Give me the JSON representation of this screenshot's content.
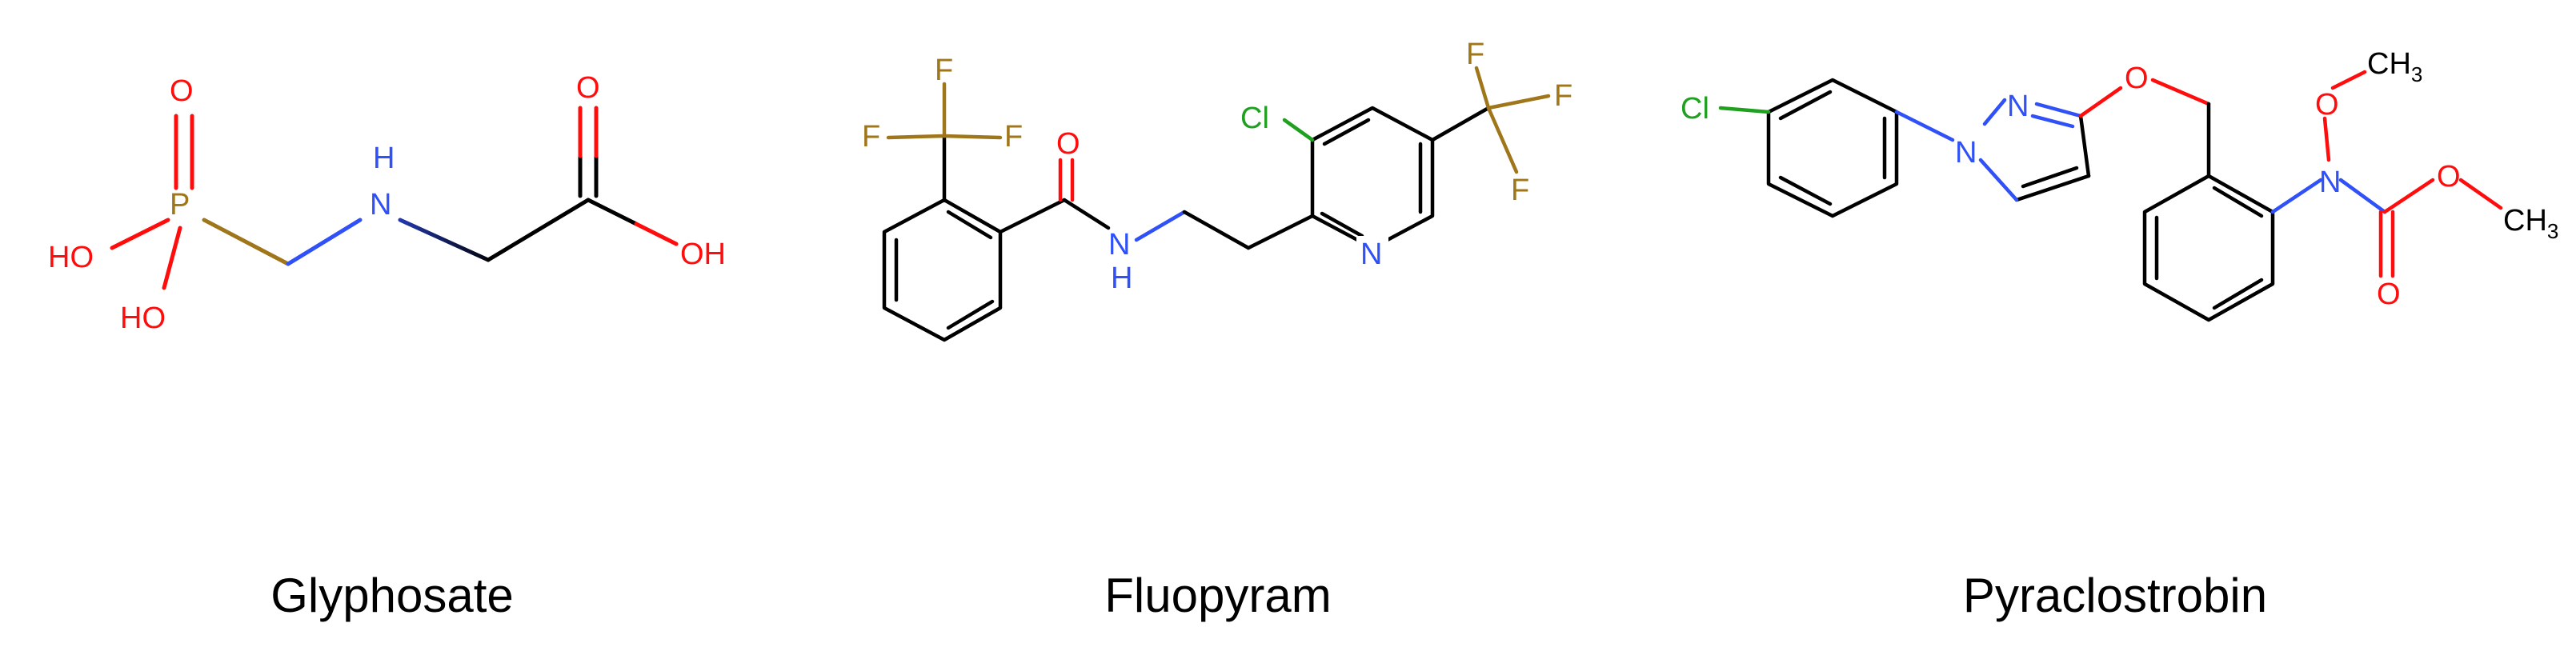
{
  "colors": {
    "carbon": "#000000",
    "oxygen": "#ff0d0d",
    "nitrogen": "#3050f8",
    "phosphorus": "#a0761a",
    "fluorine": "#a0761a",
    "chlorine": "#1fa01f",
    "background": "#ffffff"
  },
  "molecules": [
    {
      "name": "Glyphosate",
      "atoms": {
        "o_top": "O",
        "p": "P",
        "ho_1": "HO",
        "ho_2": "HO",
        "h": "H",
        "n": "N",
        "o_carbonyl": "O",
        "oh": "OH"
      }
    },
    {
      "name": "Fluopyram",
      "atoms": {
        "f1": "F",
        "f2": "F",
        "f3": "F",
        "o": "O",
        "n_amide": "N",
        "h_amide": "H",
        "cl": "Cl",
        "n_ring": "N",
        "f4": "F",
        "f5": "F",
        "f6": "F"
      }
    },
    {
      "name": "Pyraclostrobin",
      "atoms": {
        "cl": "Cl",
        "n1": "N",
        "n2": "N",
        "o_ether": "O",
        "o_methoxy": "O",
        "ch3_1": "CH",
        "ch3_1_sub": "3",
        "n_carbamate": "N",
        "o_ester": "O",
        "ch3_2": "CH",
        "ch3_2_sub": "3",
        "o_carbonyl": "O"
      }
    }
  ]
}
